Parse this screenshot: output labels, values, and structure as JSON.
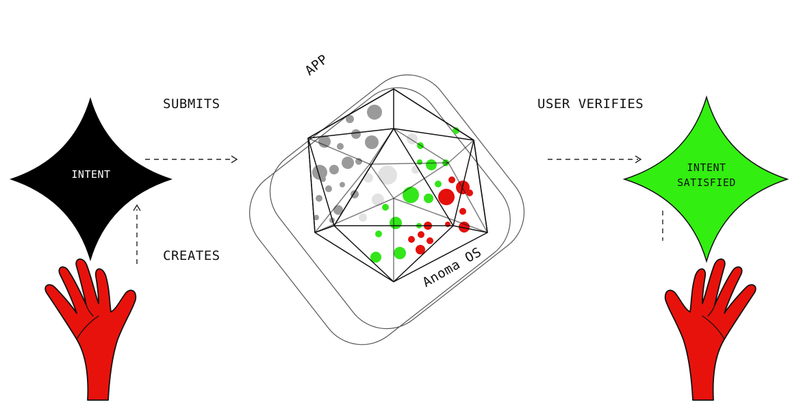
{
  "labels": {
    "submits": "SUBMITS",
    "creates": "CREATES",
    "user_verifies": "USER VERIFIES",
    "app": "APP",
    "os": "Anoma OS"
  },
  "intent_star": {
    "text": "INTENT",
    "fill": "#000000",
    "text_color": "#ffffff"
  },
  "satisfied_star": {
    "line1": "INTENT",
    "line2": "SATISFIED",
    "fill": "#33ee11",
    "text_color": "#111111"
  },
  "colors": {
    "grey": "#9a9a9a",
    "light_grey": "#e2e2e2",
    "green": "#33e61a",
    "red": "#e4100c",
    "hand": "#e8120c"
  },
  "icons": {
    "left_hand": "open-hand-icon",
    "right_hand": "open-hand-icon",
    "arrows": "dashed-arrow-icon"
  }
}
